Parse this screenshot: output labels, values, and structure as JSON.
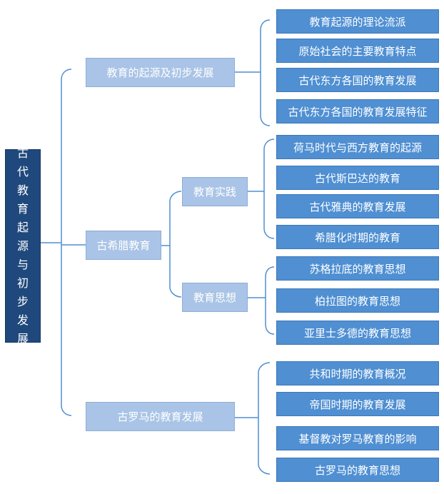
{
  "root": "古代教育起源与初步发展",
  "branches": {
    "origin": {
      "label": "教育的起源及初步发展",
      "items": [
        "教育起源的理论流派",
        "原始社会的主要教育特点",
        "古代东方各国的教育发展",
        "古代东方各国的教育发展特征"
      ]
    },
    "greece": {
      "label": "古希腊教育",
      "practice": {
        "label": "教育实践",
        "items": [
          "荷马时代与西方教育的起源",
          "古代斯巴达的教育",
          "古代雅典的教育发展",
          "希腊化时期的教育"
        ]
      },
      "thought": {
        "label": "教育思想",
        "items": [
          "苏格拉底的教育思想",
          "柏拉图的教育思想",
          "亚里士多德的教育思想"
        ]
      }
    },
    "rome": {
      "label": "古罗马的教育发展",
      "items": [
        "共和时期的教育概况",
        "帝国时期的教育发展",
        "基督教对罗马教育的影响",
        "古罗马的教育思想"
      ]
    }
  }
}
